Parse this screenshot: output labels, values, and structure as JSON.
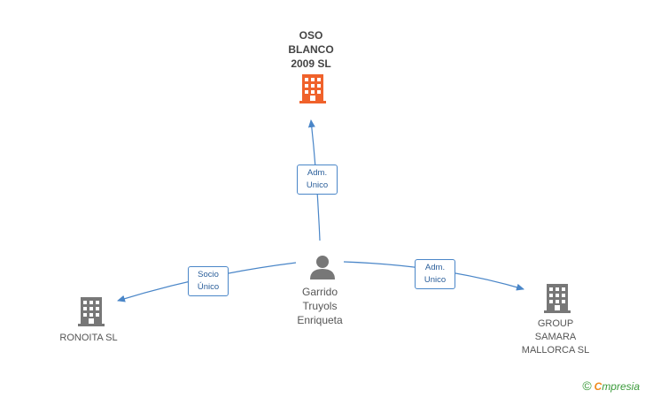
{
  "nodes": {
    "oso_blanco": {
      "label": "OSO\nBLANCO\n2009 SL",
      "color": "#f0622b"
    },
    "person": {
      "label": "Garrido\nTruyols\nEnriqueta",
      "color": "#777777"
    },
    "ronoita": {
      "label": "RONOITA  SL",
      "color": "#777777"
    },
    "group_samara": {
      "label": "GROUP\nSAMARA\nMALLORCA SL",
      "color": "#777777"
    }
  },
  "edges": {
    "to_oso": {
      "label": "Adm.\nUnico"
    },
    "to_ronoita": {
      "label": "Socio\nÚnico"
    },
    "to_group": {
      "label": "Adm.\nUnico"
    }
  },
  "colors": {
    "edge": "#4a86c8"
  },
  "brand": {
    "copyright": "©",
    "initial": "C",
    "name": "mpresia"
  }
}
